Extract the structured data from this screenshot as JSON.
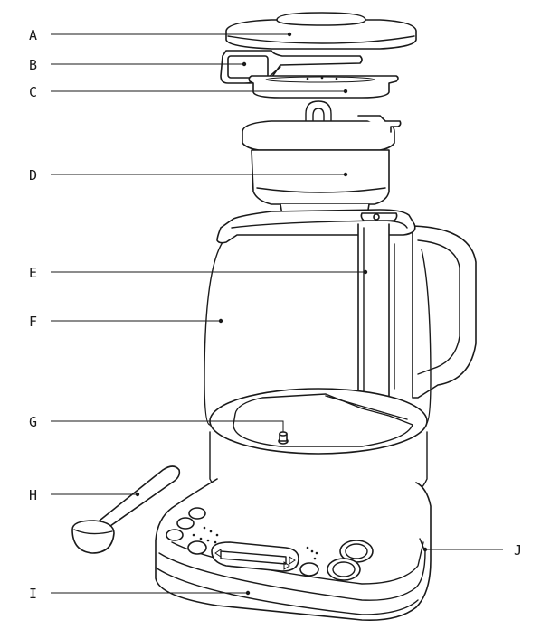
{
  "labels": {
    "a": "A",
    "b": "B",
    "c": "C",
    "d": "D",
    "e": "E",
    "f": "F",
    "g": "G",
    "h": "H",
    "i": "I",
    "j": "J"
  },
  "colors": {
    "line": "#1a1a1a",
    "background": "#ffffff"
  }
}
